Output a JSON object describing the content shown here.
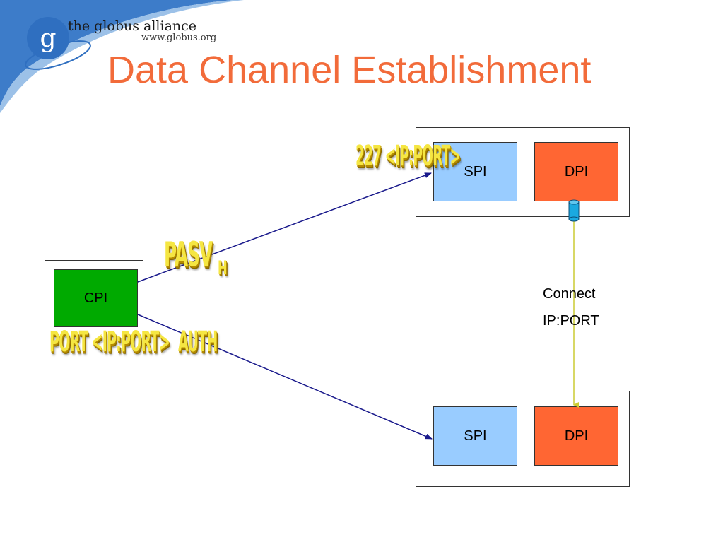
{
  "header": {
    "brand": "the globus alliance",
    "url": "www.globus.org",
    "logo_letter": "g"
  },
  "slide": {
    "title": "Data Channel Establishment"
  },
  "diagram": {
    "cpi_label": "CPI",
    "top_host": {
      "spi_label": "SPI",
      "dpi_label": "DPI"
    },
    "bottom_host": {
      "spi_label": "SPI",
      "dpi_label": "DPI"
    },
    "pasv_label": "PASV",
    "pasv_suffix": "H",
    "port_label": "PORT <IP:PORT>",
    "auth_label": "AUTH",
    "reply_label": "227 <IP:PORT>",
    "connect_line1": "Connect",
    "connect_line2": "IP:PORT"
  },
  "colors": {
    "title": "#f26b3a",
    "spi": "#99ccff",
    "dpi": "#ff6633",
    "cpi": "#00aa00",
    "control_arrow": "#1a1a8c",
    "data_line": "#cccc33",
    "wordart": "#f5e642"
  }
}
